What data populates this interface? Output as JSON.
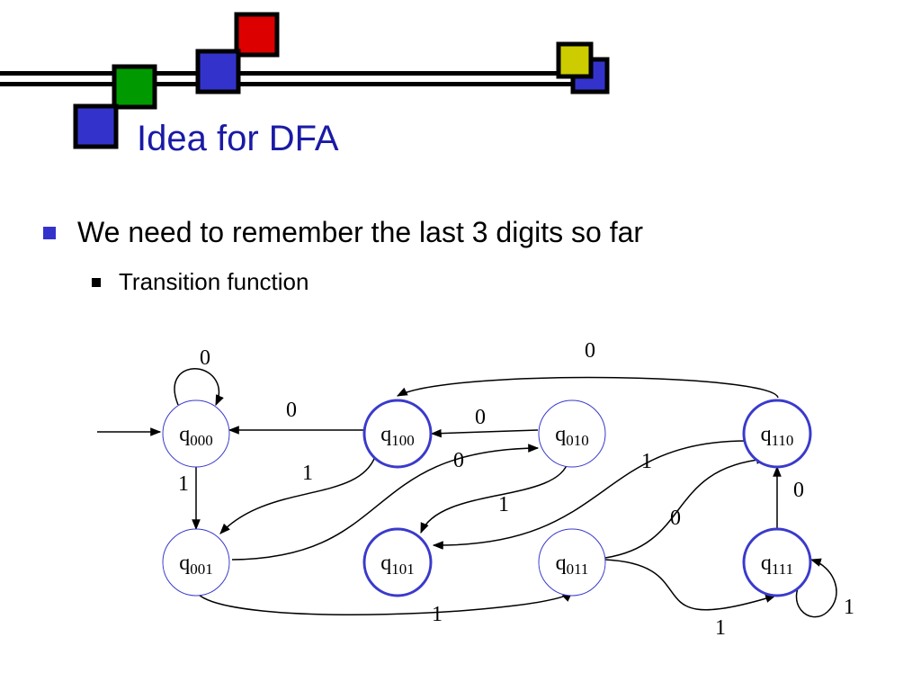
{
  "slide": {
    "title": "Idea for DFA",
    "bullet_1": "We need to remember the last 3 digits so far",
    "bullet_2": "Transition function"
  },
  "colors": {
    "title": "#1a1aa6",
    "bullet": "#3333cc",
    "accept_state_stroke": "#3a3acc",
    "normal_state_stroke": "#3a3acc",
    "deco_red": "#dd0000",
    "deco_green": "#009900",
    "deco_blue": "#3333cc",
    "deco_yellow": "#cccc00"
  },
  "states": [
    {
      "id": "q000",
      "name": "q",
      "sub": "000",
      "accepting": false
    },
    {
      "id": "q100",
      "name": "q",
      "sub": "100",
      "accepting": true
    },
    {
      "id": "q010",
      "name": "q",
      "sub": "010",
      "accepting": false
    },
    {
      "id": "q110",
      "name": "q",
      "sub": "110",
      "accepting": true
    },
    {
      "id": "q001",
      "name": "q",
      "sub": "001",
      "accepting": false
    },
    {
      "id": "q101",
      "name": "q",
      "sub": "101",
      "accepting": true
    },
    {
      "id": "q011",
      "name": "q",
      "sub": "011",
      "accepting": false
    },
    {
      "id": "q111",
      "name": "q",
      "sub": "111",
      "accepting": true
    }
  ],
  "transitions": [
    {
      "from": "q000",
      "to": "q000",
      "label": "0"
    },
    {
      "from": "q000",
      "to": "q001",
      "label": "1"
    },
    {
      "from": "q100",
      "to": "q000",
      "label": "0"
    },
    {
      "from": "q100",
      "to": "q001",
      "label": "1"
    },
    {
      "from": "q010",
      "to": "q100",
      "label": "0"
    },
    {
      "from": "q010",
      "to": "q101",
      "label": "1"
    },
    {
      "from": "q110",
      "to": "q100",
      "label": "0"
    },
    {
      "from": "q110",
      "to": "q101",
      "label": "1"
    },
    {
      "from": "q001",
      "to": "q010",
      "label": "0"
    },
    {
      "from": "q001",
      "to": "q011",
      "label": "1"
    },
    {
      "from": "q011",
      "to": "q110",
      "label": "0"
    },
    {
      "from": "q011",
      "to": "q111",
      "label": "1"
    },
    {
      "from": "q111",
      "to": "q110",
      "label": "0"
    },
    {
      "from": "q111",
      "to": "q111",
      "label": "1"
    }
  ]
}
